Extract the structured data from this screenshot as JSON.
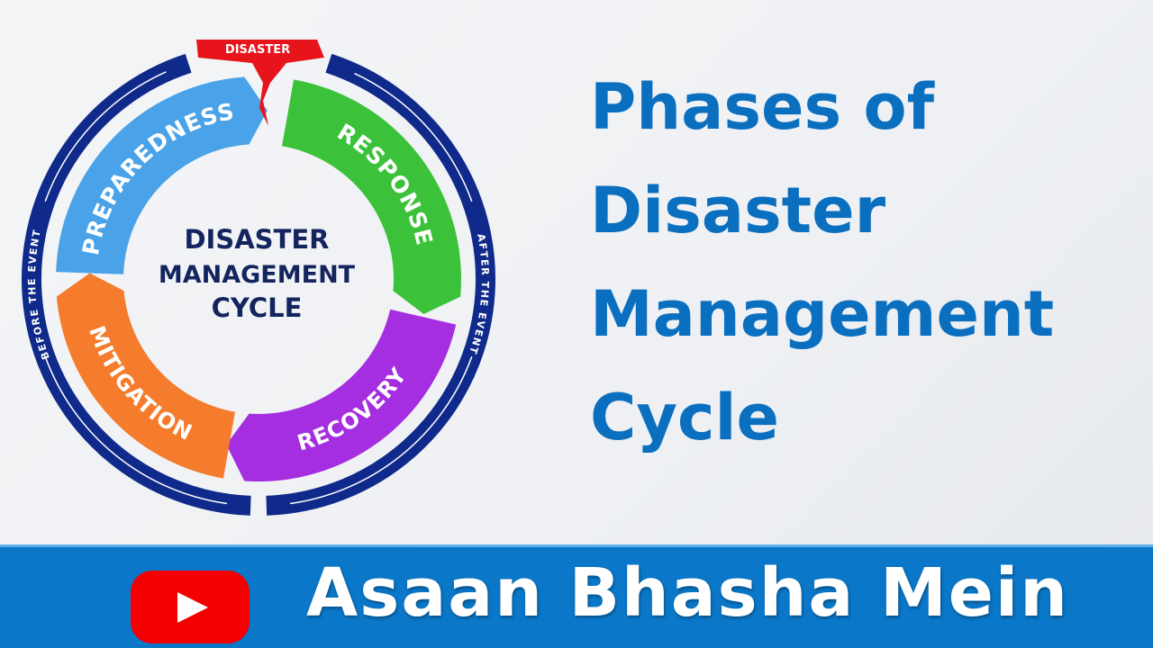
{
  "diagram": {
    "center_title": [
      "DISASTER",
      "MANAGEMENT",
      "CYCLE"
    ],
    "event_label": "DISASTER",
    "before_label": "BEFORE THE EVENT",
    "after_label": "AFTER THE EVENT",
    "phases": [
      {
        "label": "PREPAREDNESS",
        "color": "#4aa3e8"
      },
      {
        "label": "RESPONSE",
        "color": "#3cc23a"
      },
      {
        "label": "RECOVERY",
        "color": "#a52ee0"
      },
      {
        "label": "MITIGATION",
        "color": "#f57c2c"
      }
    ],
    "ring_color": "#0f2a8a",
    "event_color": "#e8141c",
    "center_text_color": "#13245e"
  },
  "title": {
    "lines": [
      "Phases of",
      "Disaster",
      "Management",
      "Cycle"
    ],
    "color": "#0b6fc0"
  },
  "banner": {
    "channel_name": "Asaan Bhasha Mein",
    "logo": "youtube-logo-icon",
    "color": "#0a77c8"
  }
}
